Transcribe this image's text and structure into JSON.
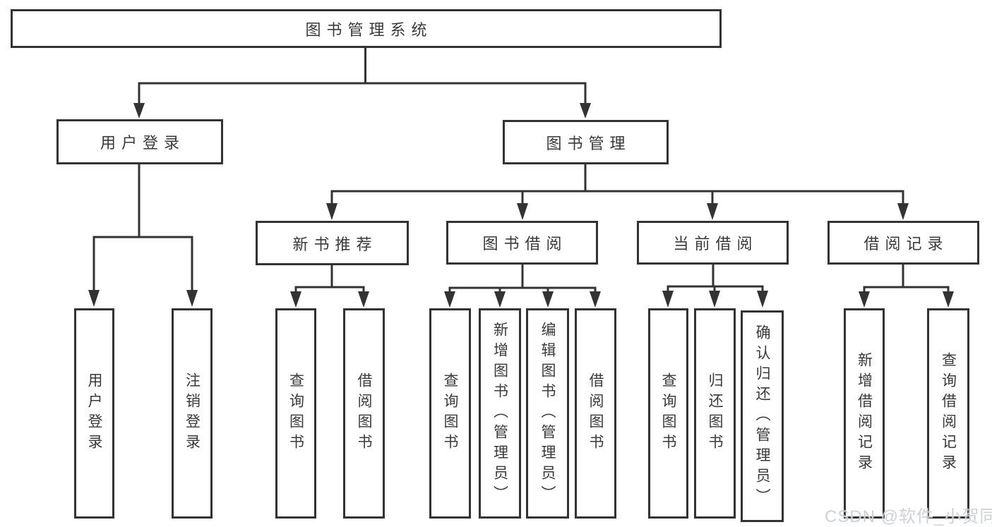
{
  "diagram": {
    "root": {
      "label": "图书管理系统"
    },
    "level2": [
      {
        "label": "用户登录"
      },
      {
        "label": "图书管理"
      }
    ],
    "level3": [
      {
        "label": "新书推荐"
      },
      {
        "label": "图书借阅"
      },
      {
        "label": "当前借阅"
      },
      {
        "label": "借阅记录"
      }
    ],
    "leaves": {
      "user_login": [
        "用户登录",
        "注销登录"
      ],
      "new_book": [
        "查询图书",
        "借阅图书"
      ],
      "book_borrow": [
        "查询图书",
        "新增图书（管理员）",
        "编辑图书（管理员）",
        "借阅图书"
      ],
      "current_borrow": [
        "查询图书",
        "归还图书",
        "确认归还（管理员）"
      ],
      "borrow_records": [
        "新增借阅记录",
        "查询借阅记录"
      ]
    }
  },
  "watermark": {
    "text": "CSDN @软件_小贺同学"
  },
  "colors": {
    "line": "#333333",
    "text": "#3a3a3a",
    "box_background": "#ffffff",
    "page_background": "#ffffff",
    "watermark": "#cbcfd4"
  }
}
